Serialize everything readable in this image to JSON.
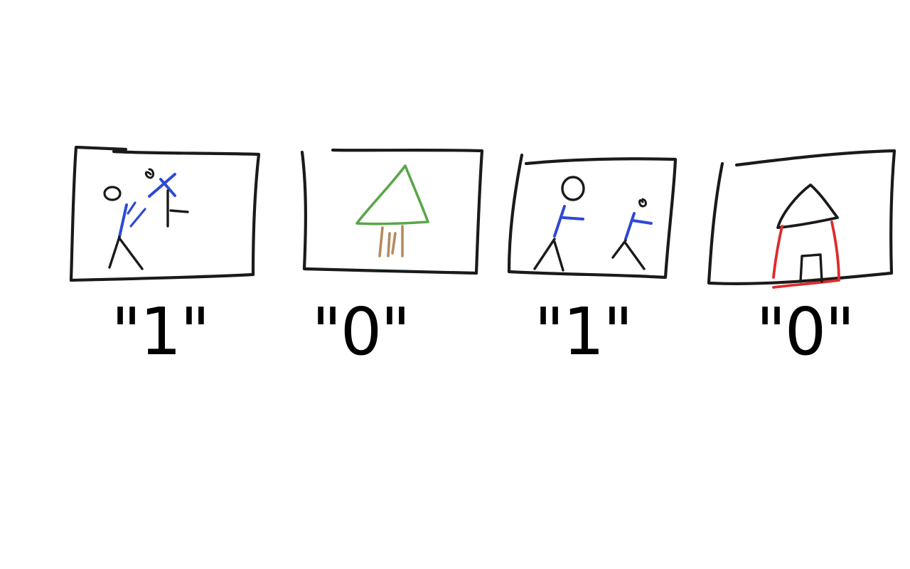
{
  "panels": [
    {
      "label": "\"1\"",
      "scene": "people-fighting"
    },
    {
      "label": "\"0\"",
      "scene": "tree"
    },
    {
      "label": "\"1\"",
      "scene": "people-fighting"
    },
    {
      "label": "\"0\"",
      "scene": "house"
    }
  ],
  "colors": {
    "outline": "#1a1a1a",
    "person_body": "#2e49d6",
    "tree_canopy": "#5aa64a",
    "tree_trunk": "#b58a60",
    "house_walls": "#e02a2a"
  }
}
